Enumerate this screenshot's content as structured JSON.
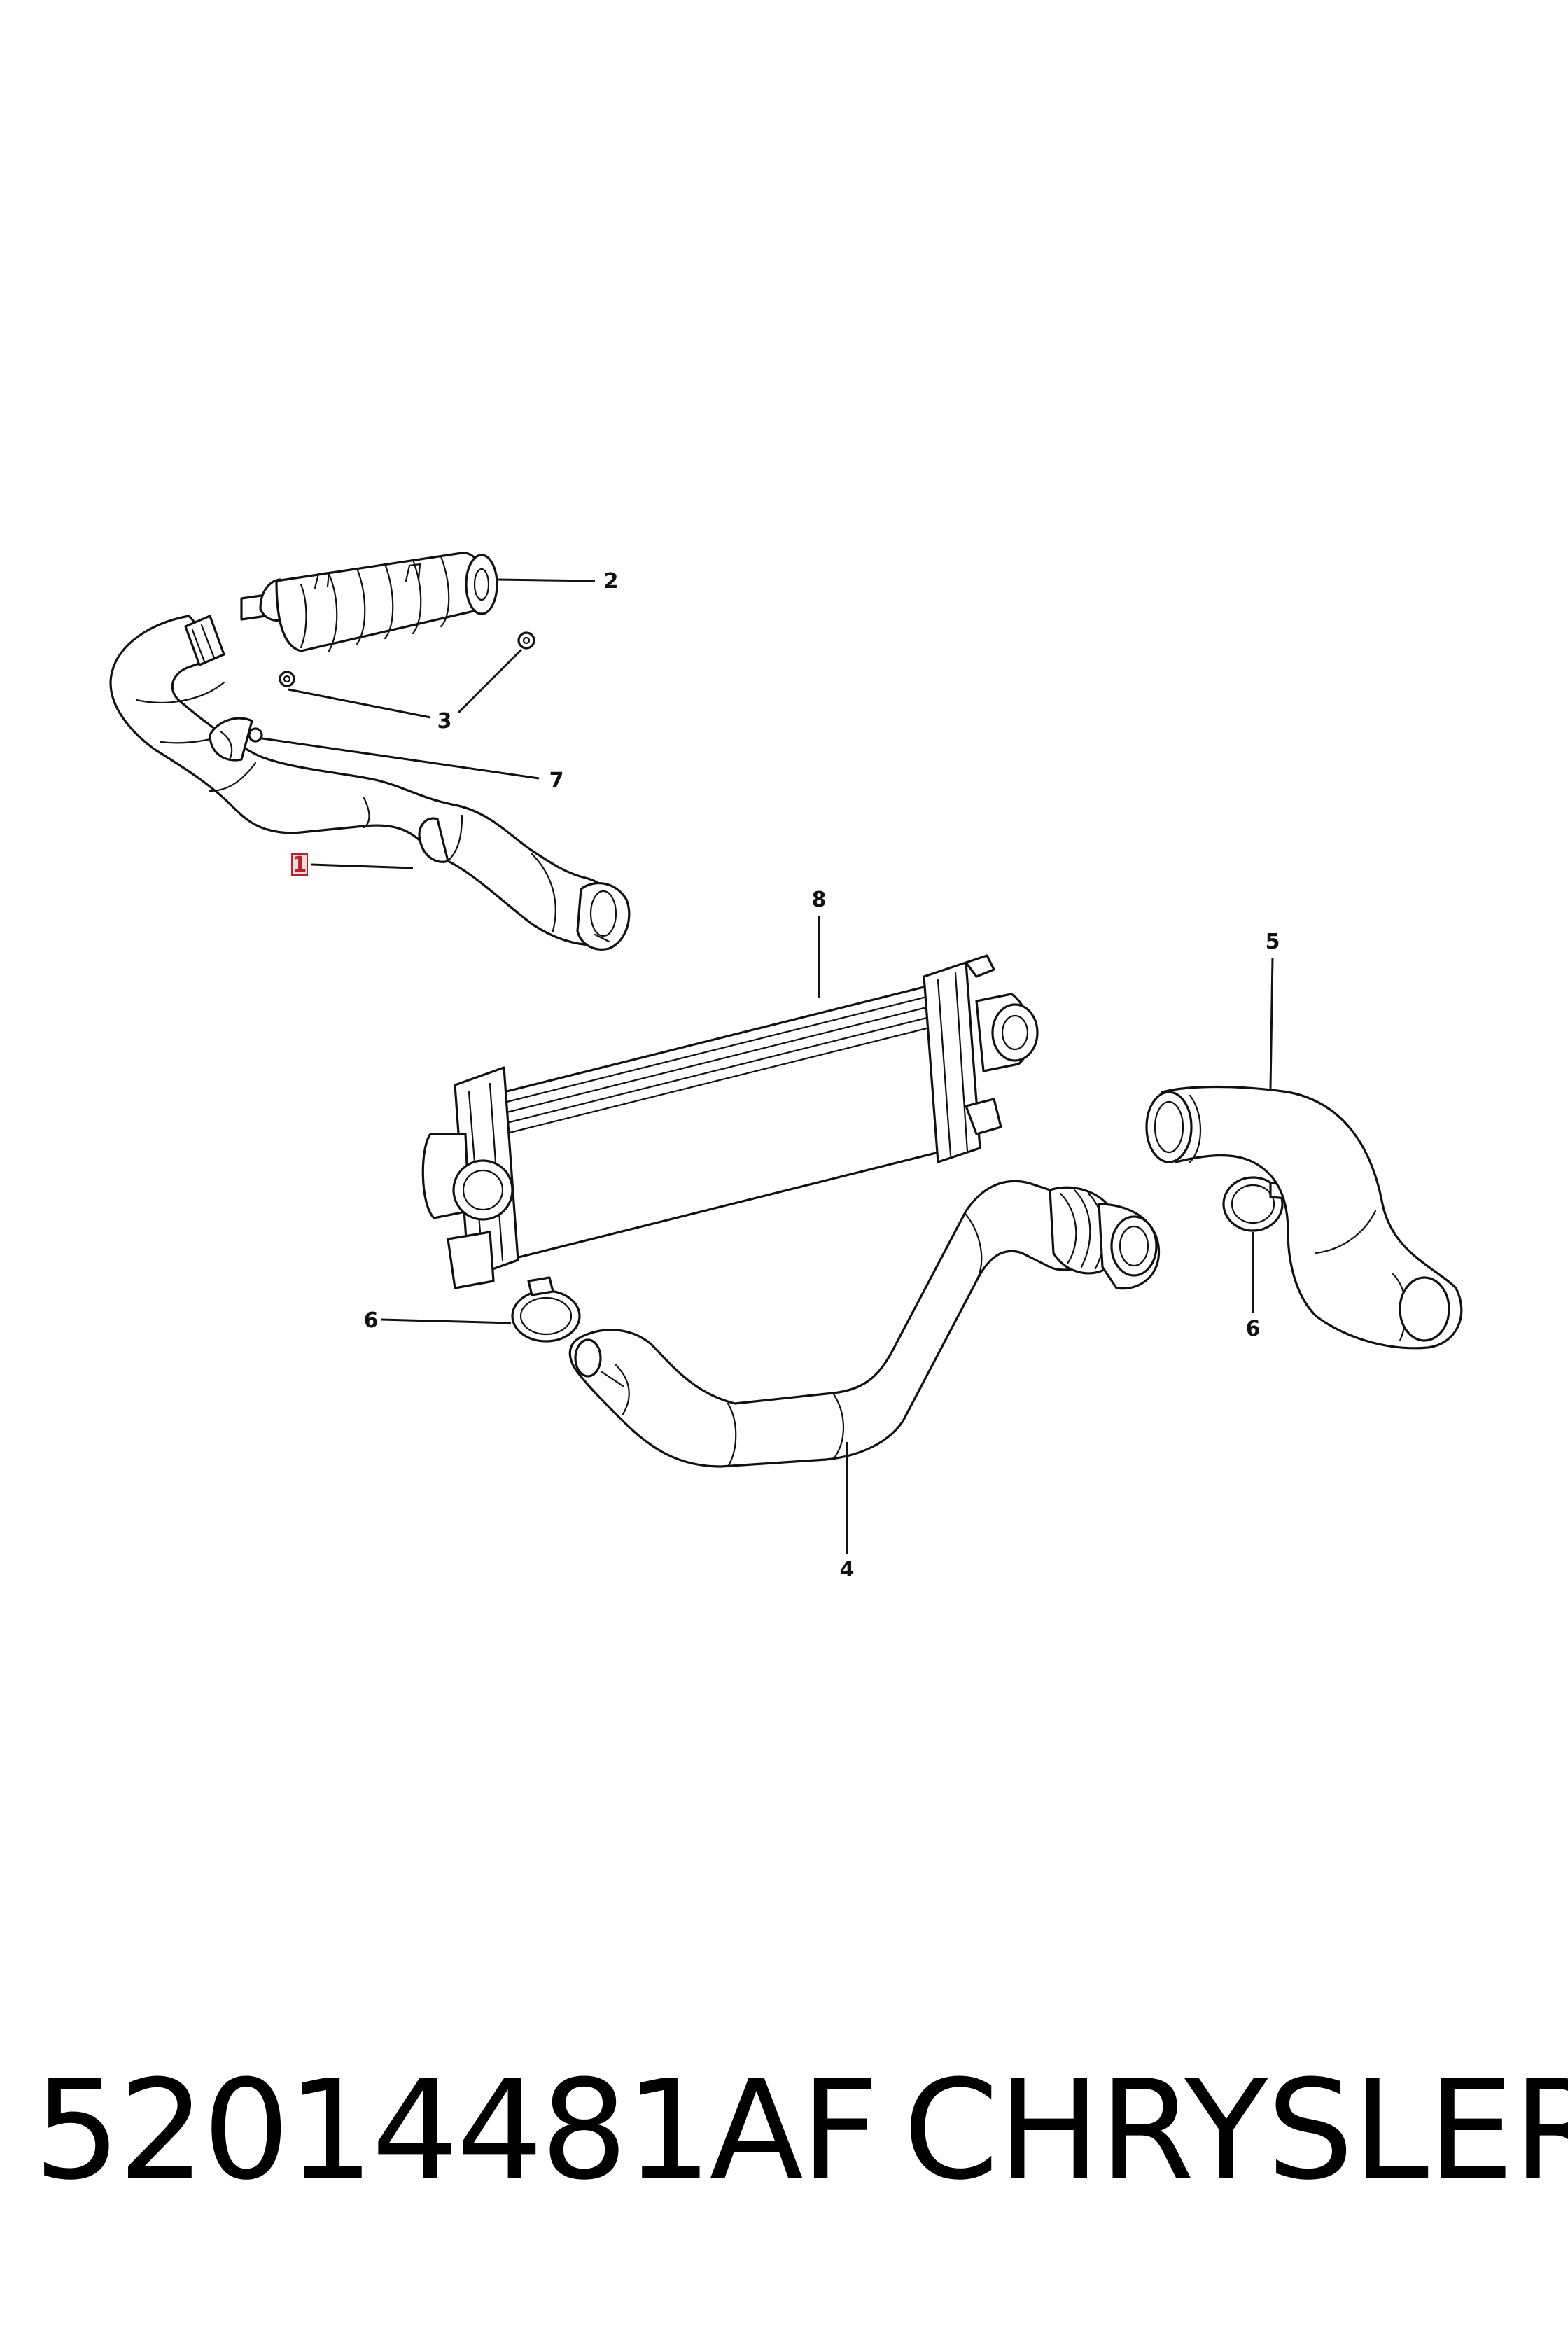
{
  "callouts": [
    {
      "id": "1",
      "label": "1",
      "highlighted": true
    },
    {
      "id": "2",
      "label": "2",
      "highlighted": false
    },
    {
      "id": "3",
      "label": "3",
      "highlighted": false
    },
    {
      "id": "4",
      "label": "4",
      "highlighted": false
    },
    {
      "id": "5",
      "label": "5",
      "highlighted": false
    },
    {
      "id": "6a",
      "label": "6",
      "highlighted": false
    },
    {
      "id": "6b",
      "label": "6",
      "highlighted": false
    },
    {
      "id": "7",
      "label": "7",
      "highlighted": false
    },
    {
      "id": "8",
      "label": "8",
      "highlighted": false
    }
  ],
  "footer": {
    "part_number": "52014481AF",
    "brand": "CHRYSLER"
  },
  "colors": {
    "line": "#111111",
    "highlight": "#b3242c",
    "background": "#ffffff"
  }
}
